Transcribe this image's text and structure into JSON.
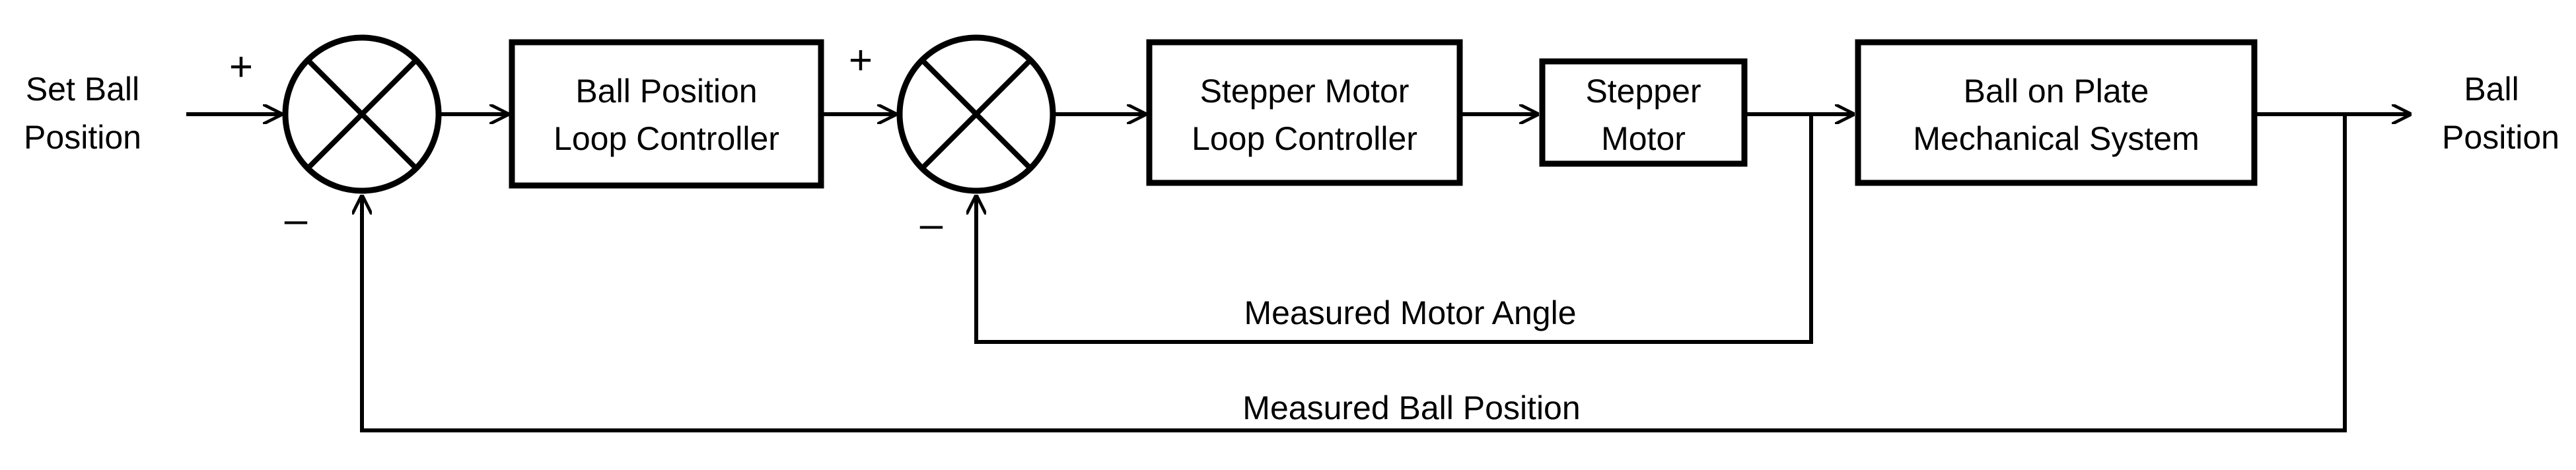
{
  "diagram": {
    "input_label": [
      "Set Ball",
      "Position"
    ],
    "output_label": [
      "Ball",
      "Position"
    ],
    "blocks": {
      "ball_loop_controller": [
        "Ball Position",
        "Loop Controller"
      ],
      "stepper_loop_controller": [
        "Stepper Motor",
        "Loop Controller"
      ],
      "stepper_motor": [
        "Stepper",
        "Motor"
      ],
      "mechanical_system": [
        "Ball on Plate",
        "Mechanical System"
      ]
    },
    "junctions": {
      "outer": {
        "plus": "+",
        "minus": "–"
      },
      "inner": {
        "plus": "+",
        "minus": "–"
      }
    },
    "feedback": {
      "inner_label": "Measured Motor Angle",
      "outer_label": "Measured Ball Position"
    }
  }
}
